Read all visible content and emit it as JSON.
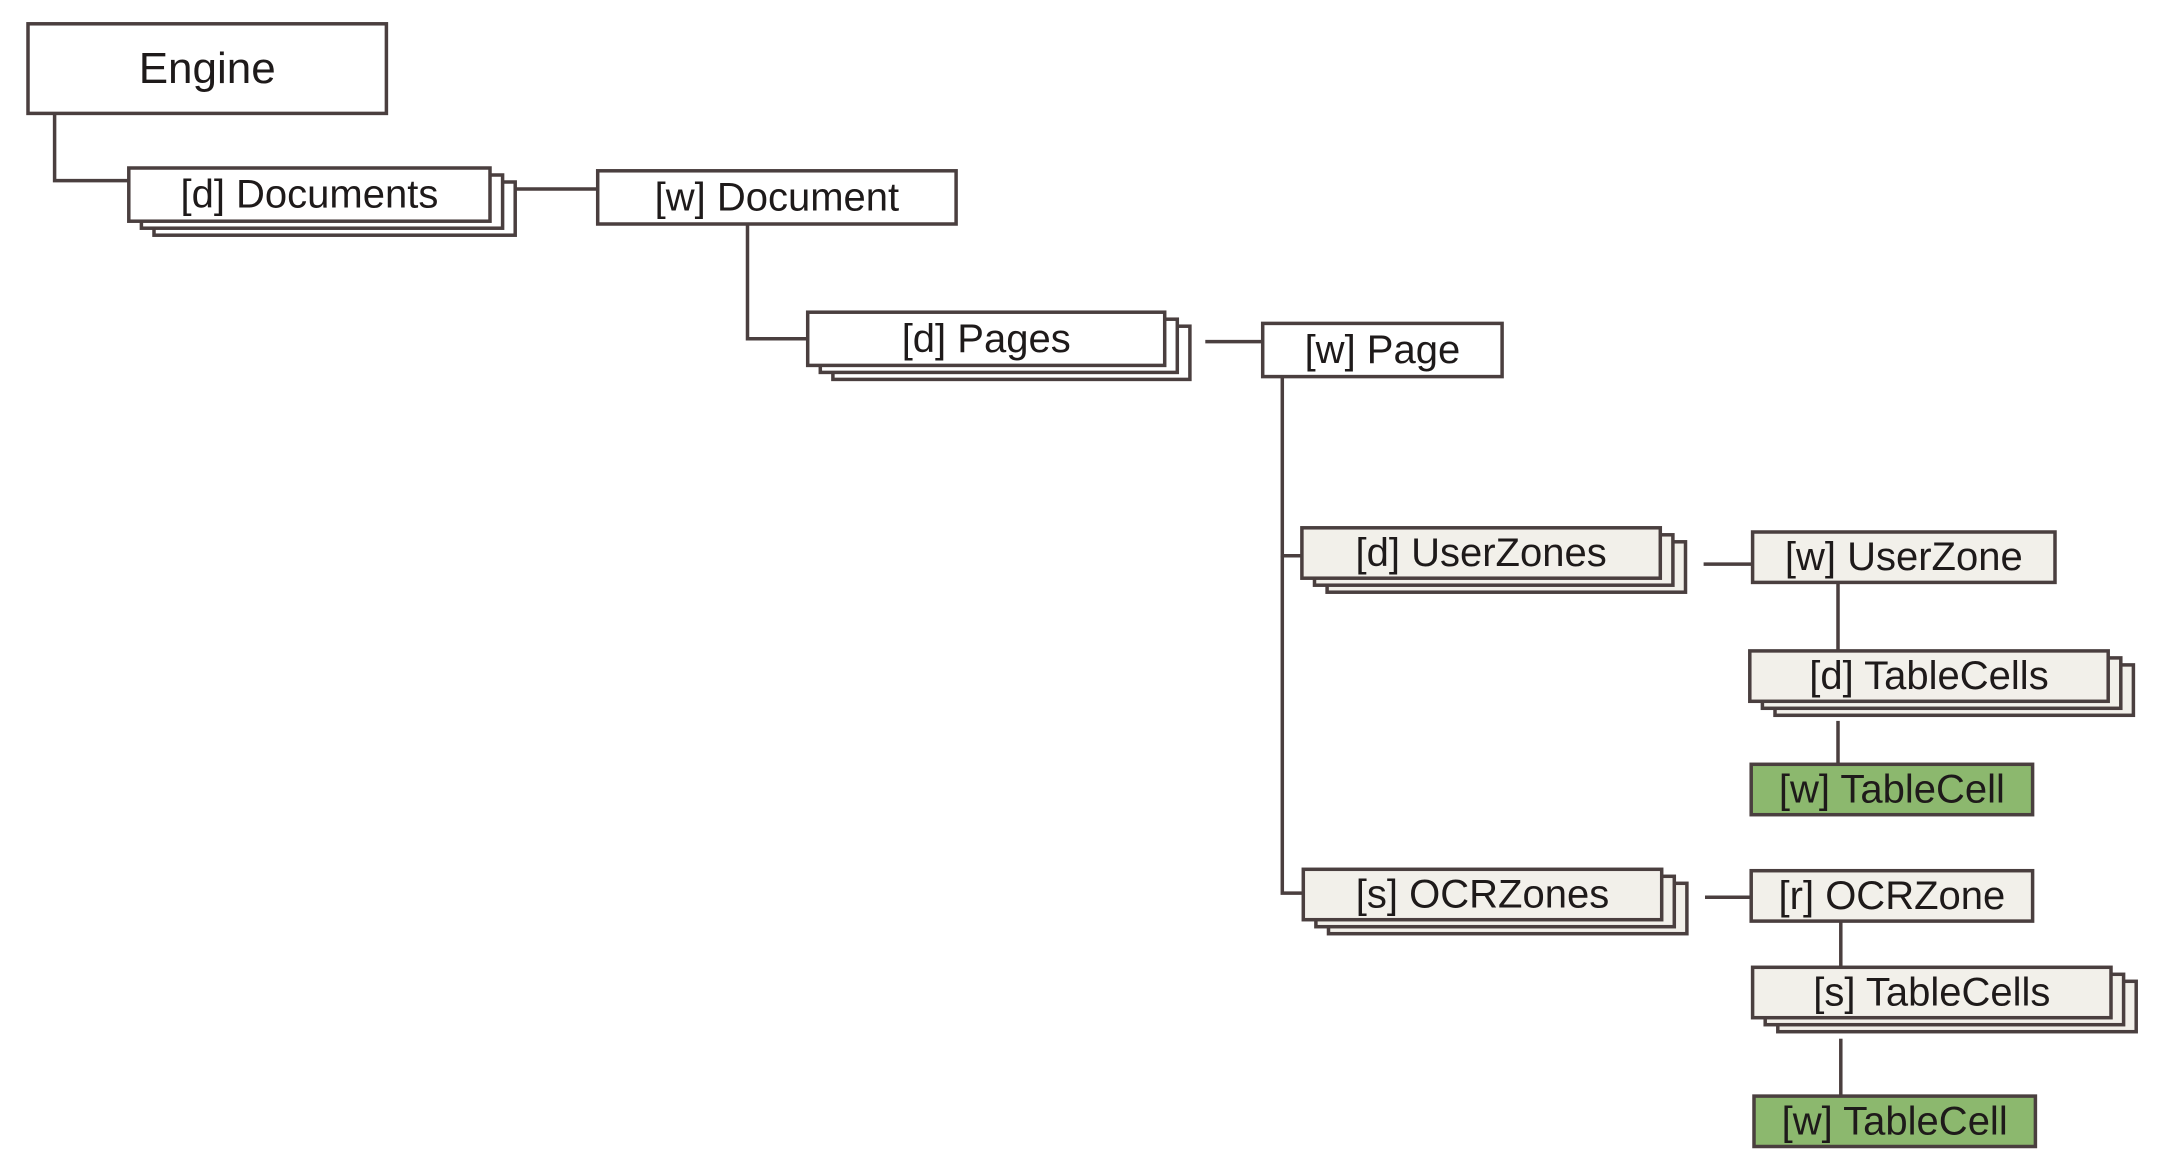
{
  "colors": {
    "line": "#4a3f3f",
    "box_white": "#ffffff",
    "box_collection": "#f2f0ea",
    "box_leaf": "#8cb86e"
  },
  "nodes": [
    {
      "id": "engine",
      "label": "Engine",
      "kind": "object",
      "fill": "#ffffff",
      "stacked": false
    },
    {
      "id": "documents",
      "label": "[d] Documents",
      "kind": "collection",
      "fill": "#ffffff",
      "stacked": true
    },
    {
      "id": "document",
      "label": "[w] Document",
      "kind": "object",
      "fill": "#ffffff",
      "stacked": false
    },
    {
      "id": "pages",
      "label": "[d] Pages",
      "kind": "collection",
      "fill": "#ffffff",
      "stacked": true
    },
    {
      "id": "page",
      "label": "[w] Page",
      "kind": "object",
      "fill": "#ffffff",
      "stacked": false
    },
    {
      "id": "userzones",
      "label": "[d] UserZones",
      "kind": "collection",
      "fill": "#f2f0ea",
      "stacked": true
    },
    {
      "id": "userzone",
      "label": "[w] UserZone",
      "kind": "object",
      "fill": "#f2f0ea",
      "stacked": false
    },
    {
      "id": "tablecells_d",
      "label": "[d] TableCells",
      "kind": "collection",
      "fill": "#f2f0ea",
      "stacked": true
    },
    {
      "id": "tablecell_1",
      "label": "[w] TableCell",
      "kind": "leaf",
      "fill": "#8cb86e",
      "stacked": false
    },
    {
      "id": "ocrzones",
      "label": "[s] OCRZones",
      "kind": "collection",
      "fill": "#f2f0ea",
      "stacked": true
    },
    {
      "id": "ocrzone",
      "label": "[r] OCRZone",
      "kind": "object",
      "fill": "#f2f0ea",
      "stacked": false
    },
    {
      "id": "tablecells_s",
      "label": "[s] TableCells",
      "kind": "collection",
      "fill": "#f2f0ea",
      "stacked": true
    },
    {
      "id": "tablecell_2",
      "label": "[w] TableCell",
      "kind": "leaf",
      "fill": "#8cb86e",
      "stacked": false
    }
  ],
  "edges": [
    {
      "from": "engine",
      "to": "documents"
    },
    {
      "from": "documents",
      "to": "document"
    },
    {
      "from": "document",
      "to": "pages"
    },
    {
      "from": "pages",
      "to": "page"
    },
    {
      "from": "page",
      "to": "userzones"
    },
    {
      "from": "page",
      "to": "ocrzones"
    },
    {
      "from": "userzones",
      "to": "userzone"
    },
    {
      "from": "userzone",
      "to": "tablecells_d"
    },
    {
      "from": "tablecells_d",
      "to": "tablecell_1"
    },
    {
      "from": "ocrzones",
      "to": "ocrzone"
    },
    {
      "from": "ocrzone",
      "to": "tablecells_s"
    },
    {
      "from": "tablecells_s",
      "to": "tablecell_2"
    }
  ]
}
